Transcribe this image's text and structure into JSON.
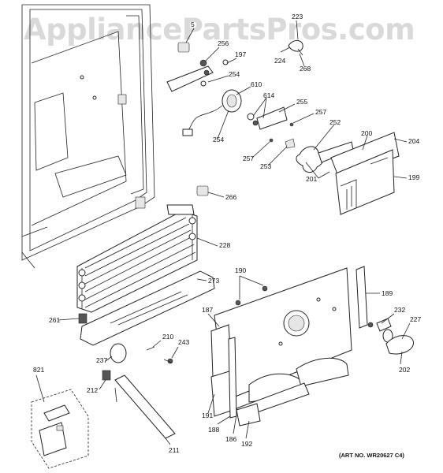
{
  "watermark": "AppliancePartsPros.com",
  "art_number": "(ART NO. WR20627 C4)",
  "parts": [
    {
      "id": "5"
    },
    {
      "id": "256"
    },
    {
      "id": "197"
    },
    {
      "id": "254"
    },
    {
      "id": "610"
    },
    {
      "id": "223"
    },
    {
      "id": "224"
    },
    {
      "id": "268"
    },
    {
      "id": "614"
    },
    {
      "id": "255"
    },
    {
      "id": "257"
    },
    {
      "id": "254"
    },
    {
      "id": "257"
    },
    {
      "id": "253"
    },
    {
      "id": "252"
    },
    {
      "id": "200"
    },
    {
      "id": "204"
    },
    {
      "id": "201"
    },
    {
      "id": "199"
    },
    {
      "id": "266"
    },
    {
      "id": "228"
    },
    {
      "id": "273"
    },
    {
      "id": "190"
    },
    {
      "id": "189"
    },
    {
      "id": "187"
    },
    {
      "id": "261"
    },
    {
      "id": "232"
    },
    {
      "id": "227"
    },
    {
      "id": "210"
    },
    {
      "id": "243"
    },
    {
      "id": "237"
    },
    {
      "id": "202"
    },
    {
      "id": "821"
    },
    {
      "id": "212"
    },
    {
      "id": "191"
    },
    {
      "id": "188"
    },
    {
      "id": "186"
    },
    {
      "id": "192"
    },
    {
      "id": "211"
    }
  ]
}
